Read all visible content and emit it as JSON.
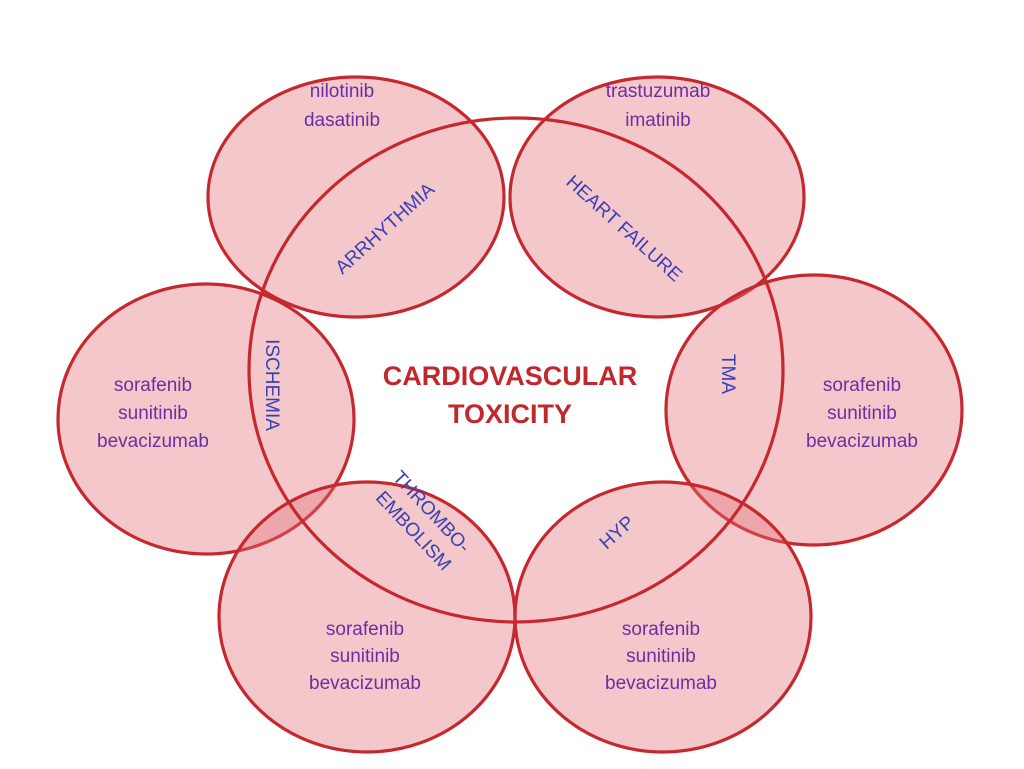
{
  "center": {
    "line1": "CARDIOVASCULAR",
    "line2": "TOXICITY"
  },
  "circles": {
    "top_left": {
      "drugs": [
        "nilotinib",
        "dasatinib"
      ]
    },
    "top_right": {
      "drugs": [
        "trastuzumab",
        "imatinib"
      ]
    },
    "left": {
      "drugs": [
        "sorafenib",
        "sunitinib",
        "bevacizumab"
      ]
    },
    "right": {
      "drugs": [
        "sorafenib",
        "sunitinib",
        "bevacizumab"
      ]
    },
    "bottom_left": {
      "drugs": [
        "sorafenib",
        "sunitinib",
        "bevacizumab"
      ]
    },
    "bottom_right": {
      "drugs": [
        "sorafenib",
        "sunitinib",
        "bevacizumab"
      ]
    }
  },
  "effects": {
    "arrhythmia": "ARRHYTHMIA",
    "heart_failure": "HEART FAILURE",
    "ischemia": "ISCHEMIA",
    "tma": "TMA",
    "thrombo_line1": "THROMBO-",
    "thrombo_line2": "EMBOLISM",
    "hyp": "HYP"
  },
  "colors": {
    "stroke": "#c5282e",
    "fill": "#e16e76",
    "drug_text": "#6a2fa3",
    "effect_text": "#3a3fb3",
    "title_text": "#c0282e"
  }
}
